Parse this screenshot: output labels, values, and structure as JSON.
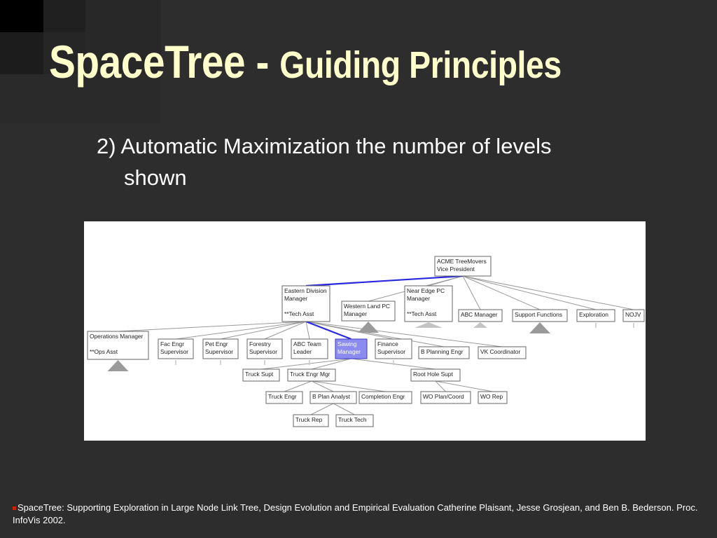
{
  "slide": {
    "title_main": "SpaceTree - ",
    "title_sub": "Guiding Principles",
    "bullet_line1": "2) Automatic Maximization the number of levels",
    "bullet_line2": "shown",
    "citation": "SpaceTree: Supporting Exploration in Large Node Link Tree, Design Evolution and Empirical Evaluation Catherine Plaisant, Jesse Grosjean, and Ben B. Bederson. Proc. InfoVis 2002."
  },
  "colors": {
    "background": "#2d2d2d",
    "title": "#ffffcc",
    "selected_node": "#8c8cf0",
    "focus_path": "#2828dd",
    "edge": "#9a9a9a"
  },
  "tree": {
    "nodes": [
      {
        "id": "acme",
        "lines": [
          "ACME TreeMovers",
          "Vice President"
        ]
      },
      {
        "id": "eastern",
        "lines": [
          "Eastern Division",
          "Manager",
          "",
          "**Tech Asst"
        ]
      },
      {
        "id": "western",
        "lines": [
          "Western Land PC",
          "Manager"
        ]
      },
      {
        "id": "nearedge",
        "lines": [
          "Near Edge PC",
          "Manager",
          "",
          "**Tech Asst"
        ]
      },
      {
        "id": "abcmgr",
        "lines": [
          "ABC Manager"
        ]
      },
      {
        "id": "support",
        "lines": [
          "Support Functions"
        ]
      },
      {
        "id": "exploration",
        "lines": [
          "Exploration"
        ]
      },
      {
        "id": "nojv",
        "lines": [
          "NOJV"
        ]
      },
      {
        "id": "ops",
        "lines": [
          "Operations Manager",
          "",
          "**Ops Asst"
        ]
      },
      {
        "id": "facengr",
        "lines": [
          "Fac Engr",
          "Supervisor"
        ]
      },
      {
        "id": "petengr",
        "lines": [
          "Pet Engr",
          "Supervisor"
        ]
      },
      {
        "id": "forestry",
        "lines": [
          "Forestry",
          "Supervisor"
        ]
      },
      {
        "id": "abcteam",
        "lines": [
          "ABC Team",
          "Leader"
        ]
      },
      {
        "id": "sawing",
        "lines": [
          "Sawing",
          "Manager"
        ],
        "selected": true
      },
      {
        "id": "finance",
        "lines": [
          "Finance",
          "Supervisor"
        ]
      },
      {
        "id": "bplanning",
        "lines": [
          "B Planning Engr"
        ]
      },
      {
        "id": "vkcoord",
        "lines": [
          "VK Coordinator"
        ]
      },
      {
        "id": "trucksupt",
        "lines": [
          "Truck Supt"
        ]
      },
      {
        "id": "truckengrmgr",
        "lines": [
          "Truck Engr Mgr"
        ]
      },
      {
        "id": "rootholesupt",
        "lines": [
          "Root Hole Supt"
        ]
      },
      {
        "id": "truckengr",
        "lines": [
          "Truck Engr"
        ]
      },
      {
        "id": "bplananalyst",
        "lines": [
          "B Plan Analyst"
        ]
      },
      {
        "id": "completionengr",
        "lines": [
          "Completion Engr"
        ]
      },
      {
        "id": "woplancoord",
        "lines": [
          "WO Plan/Coord"
        ]
      },
      {
        "id": "worep",
        "lines": [
          "WO Rep"
        ]
      },
      {
        "id": "truckrep",
        "lines": [
          "Truck Rep"
        ]
      },
      {
        "id": "trucktech",
        "lines": [
          "Truck Tech"
        ]
      }
    ],
    "edges": [
      [
        "acme",
        "eastern"
      ],
      [
        "acme",
        "western"
      ],
      [
        "acme",
        "nearedge"
      ],
      [
        "acme",
        "abcmgr"
      ],
      [
        "acme",
        "support"
      ],
      [
        "acme",
        "exploration"
      ],
      [
        "acme",
        "nojv"
      ],
      [
        "eastern",
        "ops"
      ],
      [
        "eastern",
        "facengr"
      ],
      [
        "eastern",
        "petengr"
      ],
      [
        "eastern",
        "forestry"
      ],
      [
        "eastern",
        "abcteam"
      ],
      [
        "eastern",
        "sawing"
      ],
      [
        "eastern",
        "finance"
      ],
      [
        "eastern",
        "bplanning"
      ],
      [
        "eastern",
        "vkcoord"
      ],
      [
        "sawing",
        "trucksupt"
      ],
      [
        "sawing",
        "truckengrmgr"
      ],
      [
        "sawing",
        "rootholesupt"
      ],
      [
        "truckengrmgr",
        "truckengr"
      ],
      [
        "truckengrmgr",
        "bplananalyst"
      ],
      [
        "truckengrmgr",
        "completionengr"
      ],
      [
        "rootholesupt",
        "woplancoord"
      ],
      [
        "rootholesupt",
        "worep"
      ],
      [
        "bplananalyst",
        "truckrep"
      ],
      [
        "bplananalyst",
        "trucktech"
      ]
    ],
    "focus_path": [
      "acme",
      "eastern",
      "sawing"
    ],
    "collapsed_large": [
      "western",
      "support",
      "ops"
    ],
    "collapsed_small": [
      "nearedge",
      "abcmgr"
    ],
    "leaf_stubs": [
      "exploration",
      "nojv",
      "facengr",
      "petengr",
      "forestry",
      "abcteam",
      "finance"
    ]
  }
}
